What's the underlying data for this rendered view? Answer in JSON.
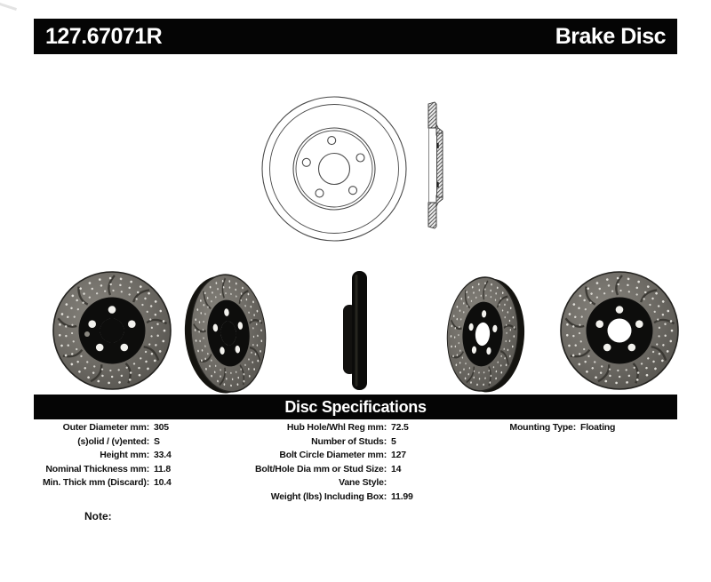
{
  "header": {
    "part_number": "127.67071R",
    "product_type": "Brake Disc"
  },
  "figures": {
    "line_drawing_front": "brake-disc-front-line-drawing",
    "line_drawing_side": "brake-disc-cross-section-drawing",
    "photos": [
      "drilled-slotted-rotor-front-view",
      "drilled-slotted-rotor-angled-left-view",
      "rotor-edge-profile-view",
      "drilled-slotted-rotor-angled-right-view",
      "drilled-slotted-rotor-front-view-2"
    ]
  },
  "specifications": {
    "title": "Disc Specifications",
    "columns": [
      {
        "rows": [
          {
            "label": "Outer Diameter mm:",
            "value": "305"
          },
          {
            "label": "(s)olid / (v)ented:",
            "value": "S"
          },
          {
            "label": "Height mm:",
            "value": "33.4"
          },
          {
            "label": "Nominal Thickness mm:",
            "value": "11.8"
          },
          {
            "label": "Min. Thick mm (Discard):",
            "value": "10.4"
          }
        ]
      },
      {
        "rows": [
          {
            "label": "Hub Hole/Whl Reg mm:",
            "value": "72.5"
          },
          {
            "label": "Number of Studs:",
            "value": "5"
          },
          {
            "label": "Bolt Circle Diameter mm:",
            "value": "127"
          },
          {
            "label": "Bolt/Hole Dia mm or Stud Size:",
            "value": "14"
          },
          {
            "label": "Vane Style:",
            "value": ""
          },
          {
            "label": "Weight (lbs) Including Box:",
            "value": "11.99"
          }
        ]
      },
      {
        "rows": [
          {
            "label": "Mounting Type:",
            "value": "Floating"
          }
        ]
      }
    ]
  },
  "note": {
    "label": "Note:"
  },
  "colors": {
    "bar_background": "#050505",
    "bar_text": "#ffffff",
    "page_background": "#ffffff",
    "spec_text": "#111111",
    "drawing_line": "#4a4a4a",
    "rotor_gray": "#6e6b65",
    "rotor_hub_black": "#0d0d0c"
  }
}
